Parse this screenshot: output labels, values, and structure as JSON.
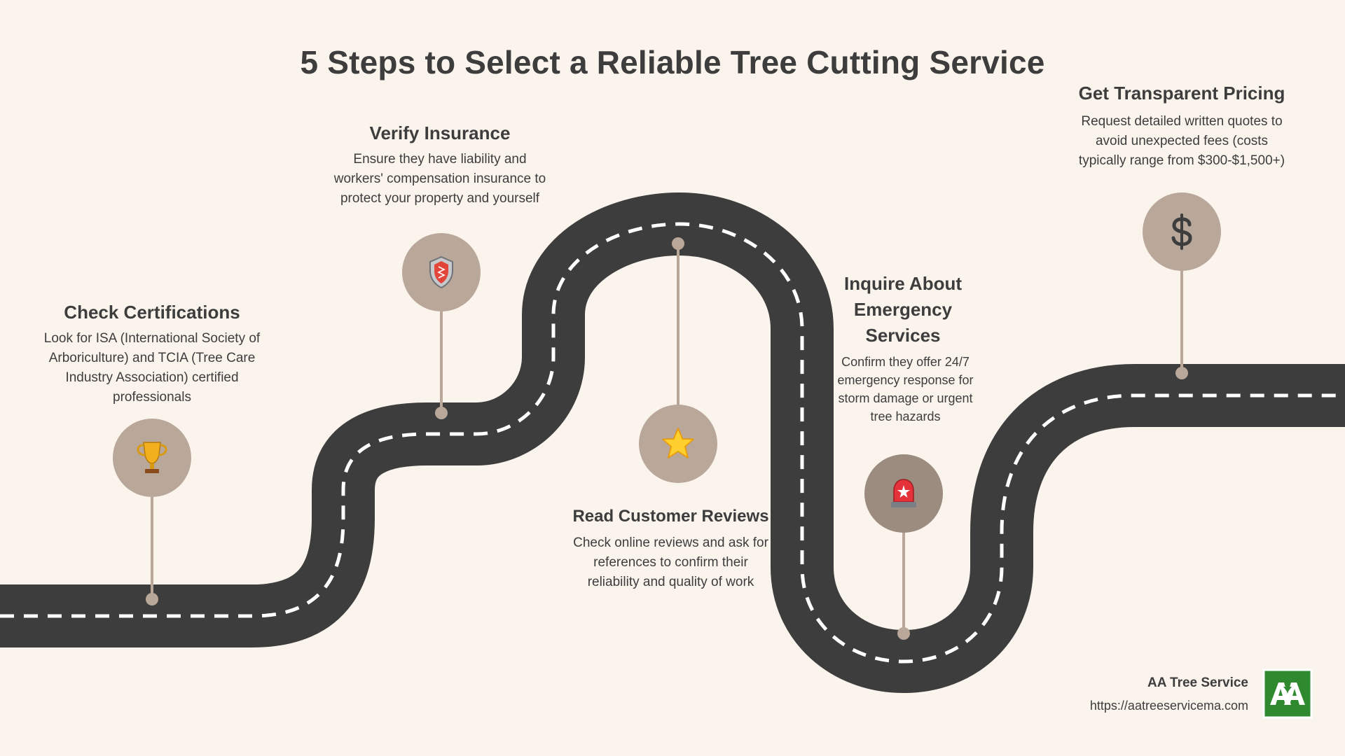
{
  "title": "5 Steps to Select a Reliable Tree Cutting Service",
  "colors": {
    "background": "#faf4ed",
    "road": "#3d3d3d",
    "road_dash": "#ffffff",
    "pin": "#b9a89a",
    "pin_dark": "#9c8b7f",
    "logo_green": "#2f8a2f"
  },
  "steps": [
    {
      "title": "Check Certifications",
      "description": "Look for ISA (International Society of Arboriculture) and TCIA (Tree Care Industry Association) certified professionals",
      "icon": "trophy-icon"
    },
    {
      "title": "Verify Insurance",
      "description": "Ensure they have liability and workers' compensation insurance to protect your property and yourself",
      "icon": "shield-icon"
    },
    {
      "title": "Read Customer Reviews",
      "description": "Check online reviews and ask for references to confirm their reliability and quality of work",
      "icon": "star-icon"
    },
    {
      "title": "Inquire About Emergency Services",
      "description": "Confirm they offer 24/7 emergency response for storm damage or urgent tree hazards",
      "icon": "siren-icon"
    },
    {
      "title": "Get Transparent Pricing",
      "description": "Request detailed written quotes to avoid unexpected fees (costs typically range from $300-$1,500+)",
      "icon": "dollar-icon"
    }
  ],
  "brand": {
    "name": "AA Tree Service",
    "url": "https://aatreeservicema.com",
    "logo_text": "AA"
  }
}
